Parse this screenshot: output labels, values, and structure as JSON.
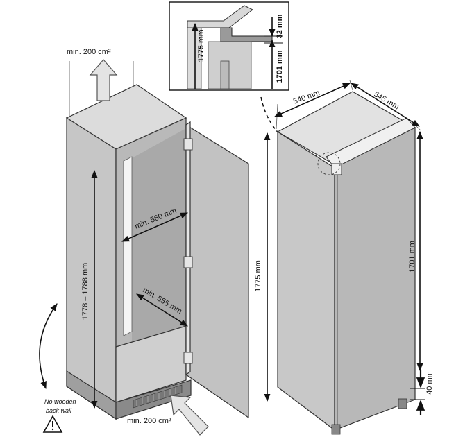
{
  "cabinet": {
    "vent_top_label": "min. 200 cm²",
    "vent_bottom_label": "min. 200 cm²",
    "height_label": "1778 – 1788 mm",
    "width_label": "min. 560 mm",
    "depth_label": "min. 555 mm",
    "warning_label_line1": "No wooden",
    "warning_label_line2": "back wall"
  },
  "fridge": {
    "width_label": "540 mm",
    "depth_label": "545 mm",
    "height_label": "1775 mm",
    "door_height_label": "1701 mm",
    "bottom_gap_label": "40 mm"
  },
  "detail": {
    "height_label": "1775 mm",
    "door_height_label": "1701 mm",
    "gap_label": "32 mm"
  },
  "colors": {
    "panel_front": "#c4c4c4",
    "panel_dark": "#b3b3b3",
    "panel_light": "#e2e2e2",
    "inner": "#d6d6d6",
    "ink": "#111111"
  }
}
